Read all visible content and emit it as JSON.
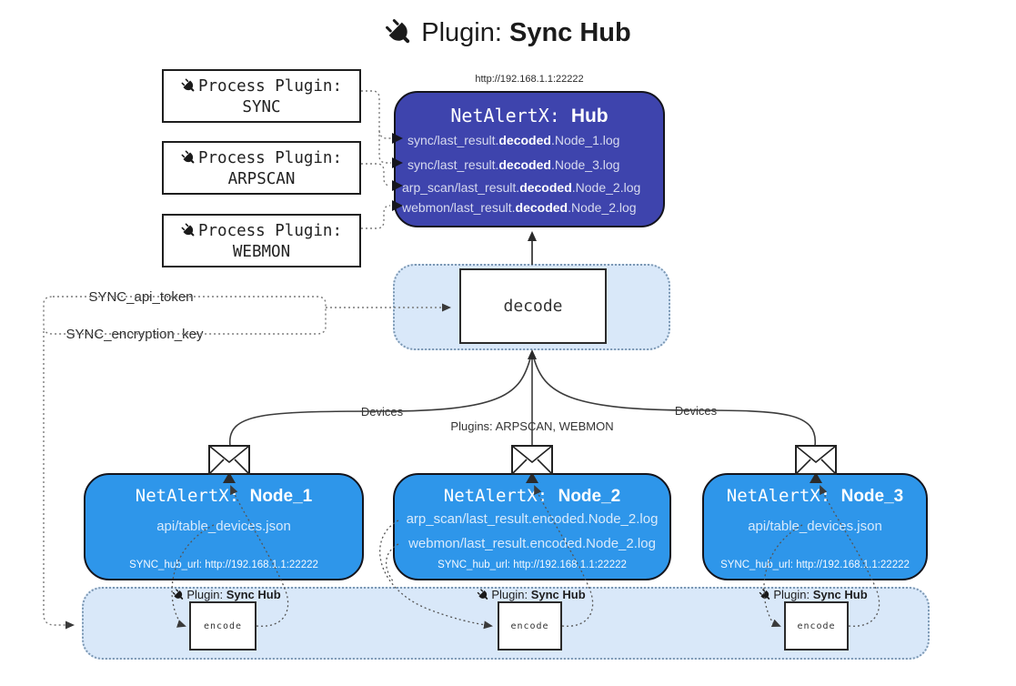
{
  "title": {
    "prefix": "Plugin:",
    "name": "Sync Hub"
  },
  "colors": {
    "hub_bg": "#3e44ad",
    "node_bg": "#2e96ea",
    "panel_bg": "#d9e8f9",
    "panel_border": "#7b97b3",
    "line": "#3c3c3c"
  },
  "process_plugins": [
    {
      "label": "Process Plugin:",
      "name": "SYNC"
    },
    {
      "label": "Process Plugin:",
      "name": "ARPSCAN"
    },
    {
      "label": "Process Plugin:",
      "name": "WEBMON"
    }
  ],
  "hub": {
    "url": "http://192.168.1.1:22222",
    "title_prefix": "NetAlertX: ",
    "title_name": "Hub",
    "logs": [
      {
        "pre": "sync/last_result.",
        "bold": "decoded",
        "post": ".Node_1.log"
      },
      {
        "pre": "sync/last_result.",
        "bold": "decoded",
        "post": ".Node_3.log"
      },
      {
        "pre": "arp_scan/last_result.",
        "bold": "decoded",
        "post": ".Node_2.log"
      },
      {
        "pre": "webmon/last_result.",
        "bold": "decoded",
        "post": ".Node_2.log"
      }
    ]
  },
  "decode_label": "decode",
  "config_labels": {
    "api_token": "SYNC_api_token",
    "encryption_key": "SYNC_encryption_key"
  },
  "edge_labels": {
    "left": "Devices",
    "center": "Plugins: ARPSCAN, WEBMON",
    "right": "Devices"
  },
  "nodes": [
    {
      "title_prefix": "NetAlertX: ",
      "title_name": "Node_1",
      "files": [
        "api/table_devices.json"
      ],
      "hub_url": "SYNC_hub_url: http://192.168.1.1:22222"
    },
    {
      "title_prefix": "NetAlertX: ",
      "title_name": "Node_2",
      "files": [
        "arp_scan/last_result.encoded.Node_2.log",
        "webmon/last_result.encoded.Node_2.log"
      ],
      "hub_url": "SYNC_hub_url: http://192.168.1.1:22222"
    },
    {
      "title_prefix": "NetAlertX: ",
      "title_name": "Node_3",
      "files": [
        "api/table_devices.json"
      ],
      "hub_url": "SYNC_hub_url: http://192.168.1.1:22222"
    }
  ],
  "encoders": [
    {
      "plugin_prefix": "Plugin: ",
      "plugin_name": "Sync Hub",
      "label": "encode"
    },
    {
      "plugin_prefix": "Plugin: ",
      "plugin_name": "Sync Hub",
      "label": "encode"
    },
    {
      "plugin_prefix": "Plugin: ",
      "plugin_name": "Sync Hub",
      "label": "encode"
    }
  ]
}
